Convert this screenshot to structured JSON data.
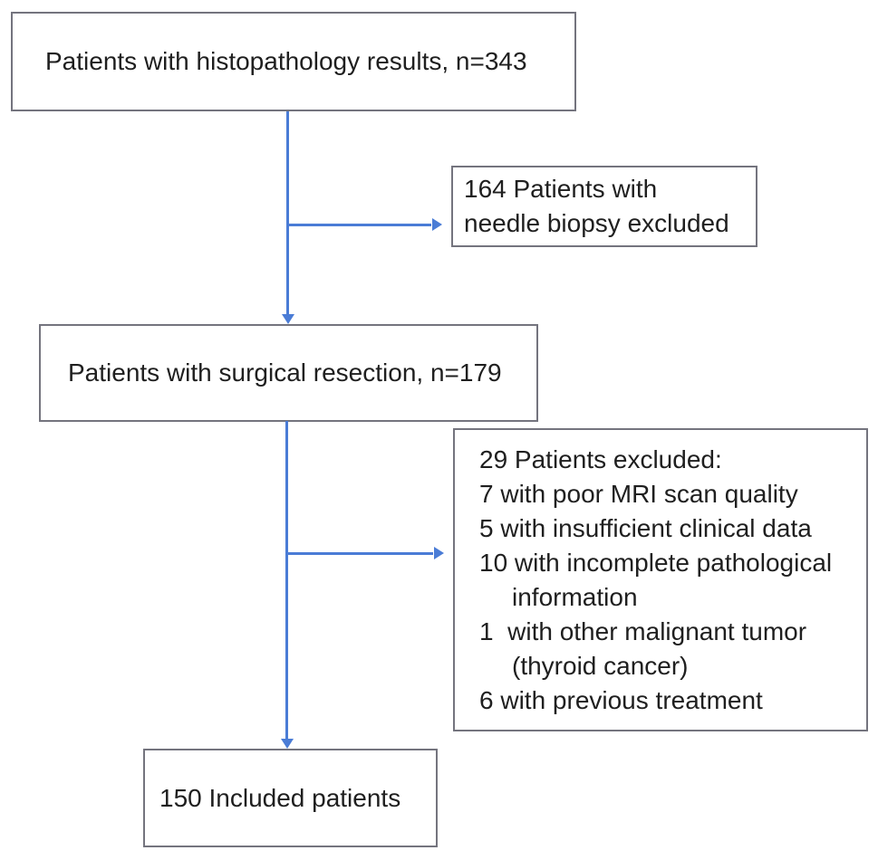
{
  "colors": {
    "arrow": "#4a7cd6",
    "box_border": "#74747e",
    "text": "#1f1f1f",
    "background": "#ffffff"
  },
  "flowchart": {
    "type": "patient-inclusion-flow-diagram",
    "boxes": {
      "histopathology": {
        "label": "Patients with histopathology results, n=343"
      },
      "needle_biopsy": {
        "lines": [
          "164 Patients with",
          "needle biopsy excluded"
        ]
      },
      "surgical": {
        "label": "Patients with surgical resection, n=179"
      },
      "excluded": {
        "lines": [
          "29 Patients excluded:",
          "7 with poor MRI scan quality",
          "5 with insufficient clinical data",
          "10 with incomplete pathological",
          "information",
          "1  with other malignant tumor",
          "(thyroid cancer)",
          "6 with previous treatment"
        ]
      },
      "included": {
        "label": "150 Included patients"
      }
    },
    "edges": [
      {
        "from": "histopathology",
        "to": "surgical"
      },
      {
        "from": "histopathology",
        "to": "needle_biopsy"
      },
      {
        "from": "surgical",
        "to": "included"
      },
      {
        "from": "surgical",
        "to": "excluded"
      }
    ]
  }
}
